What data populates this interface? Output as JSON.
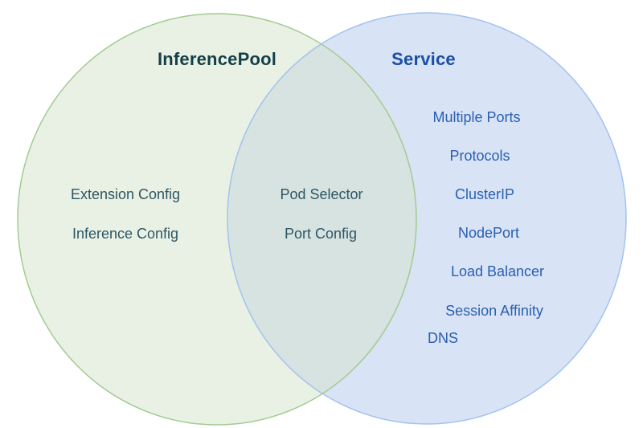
{
  "diagram": {
    "type": "venn",
    "left_set": {
      "title": "InferencePool",
      "items": [
        "Extension Config",
        "Inference Config"
      ]
    },
    "right_set": {
      "title": "Service",
      "items": [
        "Multiple Ports",
        "Protocols",
        "ClusterIP",
        "NodePort",
        "Load Balancer",
        "Session Affinity",
        "DNS"
      ]
    },
    "overlap": {
      "items": [
        "Pod Selector",
        "Port Config"
      ]
    },
    "colors": {
      "left_fill": "#e9f1e4",
      "left_stroke": "#a2cb92",
      "right_fill": "#d8e3f6",
      "right_stroke": "#a3c2f0",
      "overlap_fill": "#d9e6de",
      "left_title_text": "#143f48",
      "left_item_text": "#2e5665",
      "right_title_text": "#1b4ea6",
      "right_item_text": "#2a5fb0"
    }
  }
}
